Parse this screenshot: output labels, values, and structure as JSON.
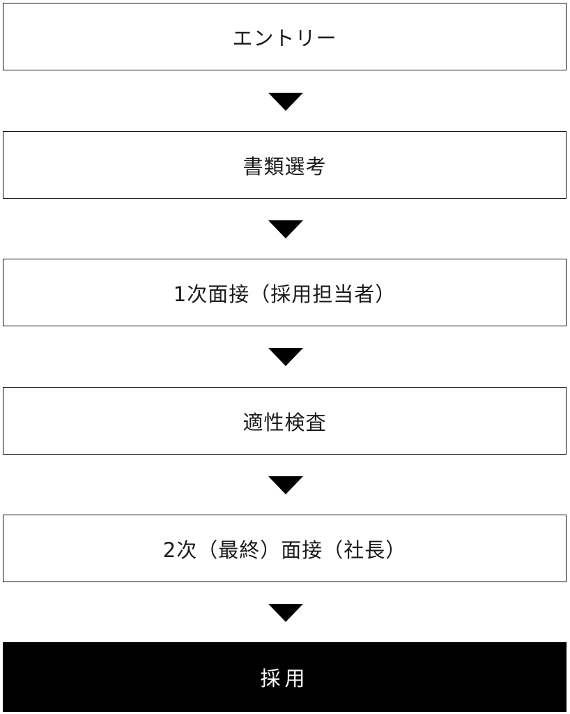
{
  "steps": [
    {
      "label": "エントリー"
    },
    {
      "label": "書類選考"
    },
    {
      "label": "1次面接（採用担当者）"
    },
    {
      "label": "適性検査"
    },
    {
      "label": "2次（最終）面接（社長）"
    },
    {
      "label": "採用"
    }
  ],
  "colors": {
    "border": "#111111",
    "arrow": "#000000",
    "final_fill": "#000000",
    "final_text": "#ffffff"
  },
  "icons": {
    "connector": "down-triangle-icon"
  }
}
